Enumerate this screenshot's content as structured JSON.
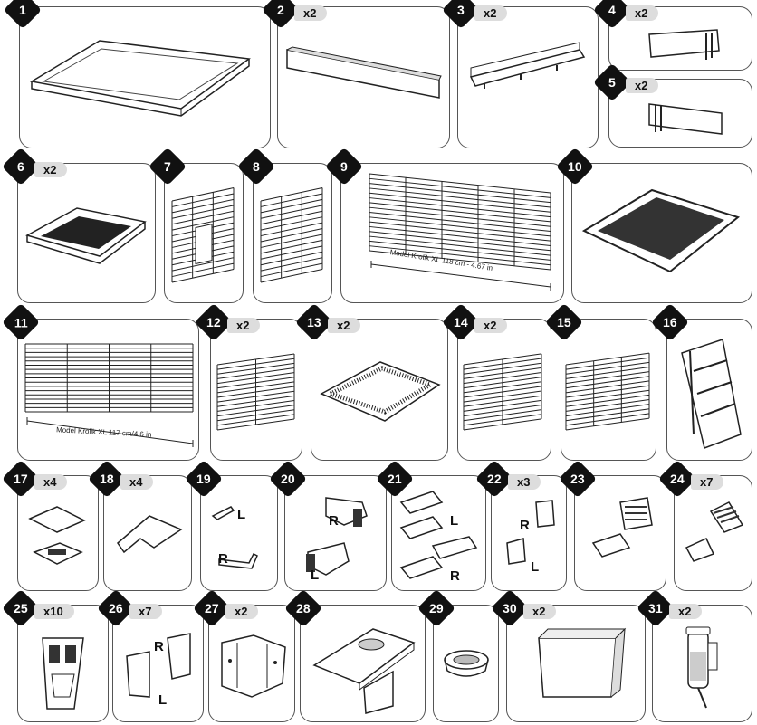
{
  "parts": [
    {
      "n": "1",
      "qty": ""
    },
    {
      "n": "2",
      "qty": "x2"
    },
    {
      "n": "3",
      "qty": "x2"
    },
    {
      "n": "4",
      "qty": "x2"
    },
    {
      "n": "5",
      "qty": "x2"
    },
    {
      "n": "6",
      "qty": "x2"
    },
    {
      "n": "7",
      "qty": ""
    },
    {
      "n": "8",
      "qty": ""
    },
    {
      "n": "9",
      "qty": ""
    },
    {
      "n": "10",
      "qty": ""
    },
    {
      "n": "11",
      "qty": ""
    },
    {
      "n": "12",
      "qty": "x2"
    },
    {
      "n": "13",
      "qty": "x2"
    },
    {
      "n": "14",
      "qty": "x2"
    },
    {
      "n": "15",
      "qty": ""
    },
    {
      "n": "16",
      "qty": ""
    },
    {
      "n": "17",
      "qty": "x4"
    },
    {
      "n": "18",
      "qty": "x4"
    },
    {
      "n": "19",
      "qty": ""
    },
    {
      "n": "20",
      "qty": ""
    },
    {
      "n": "21",
      "qty": ""
    },
    {
      "n": "22",
      "qty": "x3"
    },
    {
      "n": "23",
      "qty": ""
    },
    {
      "n": "24",
      "qty": "x7"
    },
    {
      "n": "25",
      "qty": "x10"
    },
    {
      "n": "26",
      "qty": "x7"
    },
    {
      "n": "27",
      "qty": "x2"
    },
    {
      "n": "28",
      "qty": ""
    },
    {
      "n": "29",
      "qty": ""
    },
    {
      "n": "30",
      "qty": "x2"
    },
    {
      "n": "31",
      "qty": "x2"
    }
  ],
  "captions": {
    "p9": "Model Krolik XL 118 cm - 4.67 in",
    "p11": "Model Krolik XL 117 cm/4.6 in"
  },
  "side_labels": {
    "left": "L",
    "right": "R"
  }
}
